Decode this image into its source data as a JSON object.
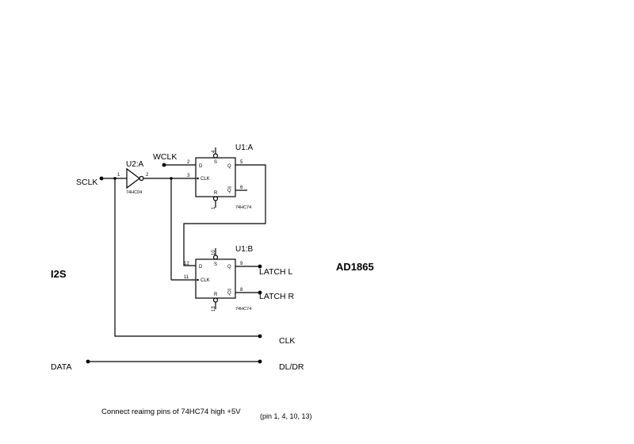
{
  "inverter": {
    "ref": "U2:A",
    "part": "74HC04",
    "pin_in": "1",
    "pin_out": "2"
  },
  "flipflop_a": {
    "ref": "U1:A",
    "part": "74HC74",
    "d": "D",
    "clk": "CLK",
    "q": "Q",
    "qbar": "Q",
    "s": "S",
    "r": "R",
    "pin_d": "2",
    "pin_clk": "3",
    "pin_q": "5",
    "pin_qbar": "6",
    "pin_s": "4",
    "pin_r": "1"
  },
  "flipflop_b": {
    "ref": "U1:B",
    "part": "74HC74",
    "d": "D",
    "clk": "CLK",
    "q": "Q",
    "qbar": "Q",
    "s": "S",
    "r": "R",
    "pin_d": "12",
    "pin_clk": "11",
    "pin_q": "9",
    "pin_qbar": "8",
    "pin_s": "10",
    "pin_r": "13"
  },
  "nets": {
    "sclk": "SCLK",
    "wclk": "WCLK",
    "latch_l": "LATCH L",
    "latch_r": "LATCH R",
    "clk": "CLK",
    "data": "DATA",
    "dldr": "DL/DR"
  },
  "titles": {
    "left": "I2S",
    "right": "AD1865"
  },
  "note": {
    "line1": "Connect reaimg pins of 74HC74 high +5V",
    "line2": "(pin 1, 4, 10, 13)"
  }
}
